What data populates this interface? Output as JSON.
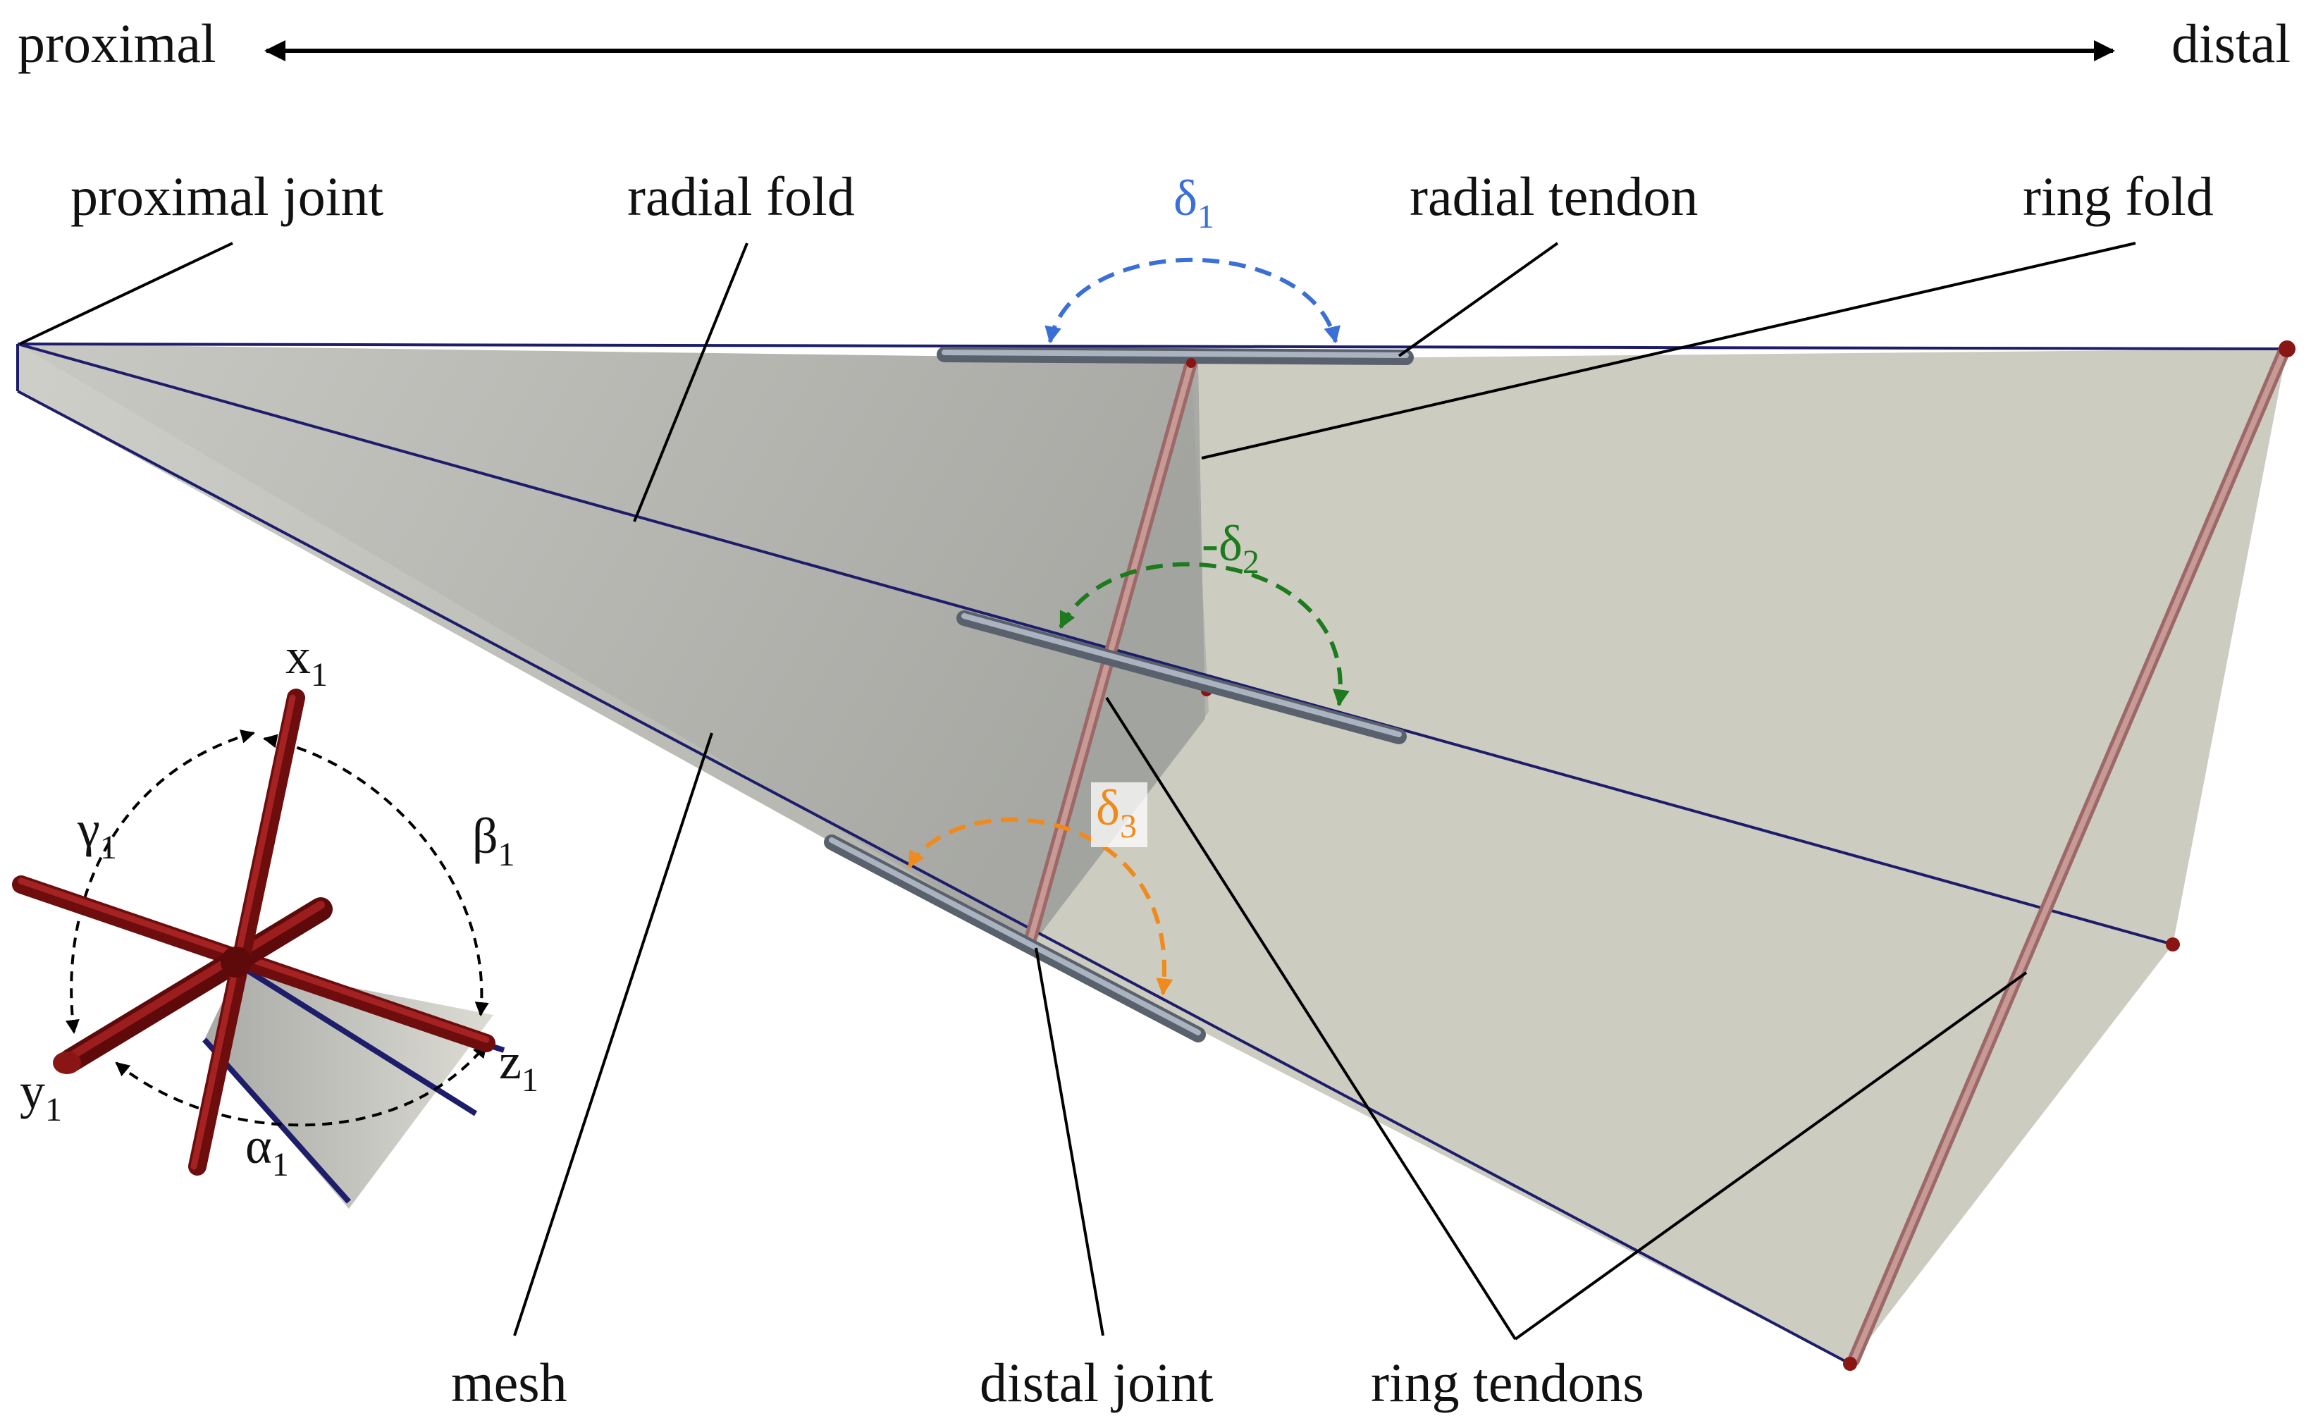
{
  "direction": {
    "left": "proximal",
    "right": "distal"
  },
  "labels": {
    "proximal_joint": "proximal joint",
    "radial_fold": "radial fold",
    "radial_tendon": "radial tendon",
    "ring_fold": "ring fold",
    "mesh": "mesh",
    "distal_joint": "distal joint",
    "ring_tendons": "ring tendons"
  },
  "angles": {
    "delta1": {
      "symbol": "δ",
      "sub": "1",
      "color": "#3b6fd8"
    },
    "delta2": {
      "prefix": "-",
      "symbol": "δ",
      "sub": "2",
      "color": "#1e7a1e"
    },
    "delta3": {
      "symbol": "δ",
      "sub": "3",
      "color": "#f08a1c"
    }
  },
  "axes": {
    "x": {
      "symbol": "x",
      "sub": "1"
    },
    "y": {
      "symbol": "y",
      "sub": "1"
    },
    "z": {
      "symbol": "z",
      "sub": "1"
    },
    "alpha": {
      "symbol": "α",
      "sub": "1"
    },
    "beta": {
      "symbol": "β",
      "sub": "1"
    },
    "gamma": {
      "symbol": "γ",
      "sub": "1"
    }
  },
  "colors": {
    "mesh_light": "#d2d1c6",
    "mesh_dark": "#9fa09c",
    "fold_line": "#1d1d6b",
    "radial_tendon": "#7d8590",
    "ring_tendon": "#b07a7a",
    "axis_rod": "#7a1010"
  }
}
